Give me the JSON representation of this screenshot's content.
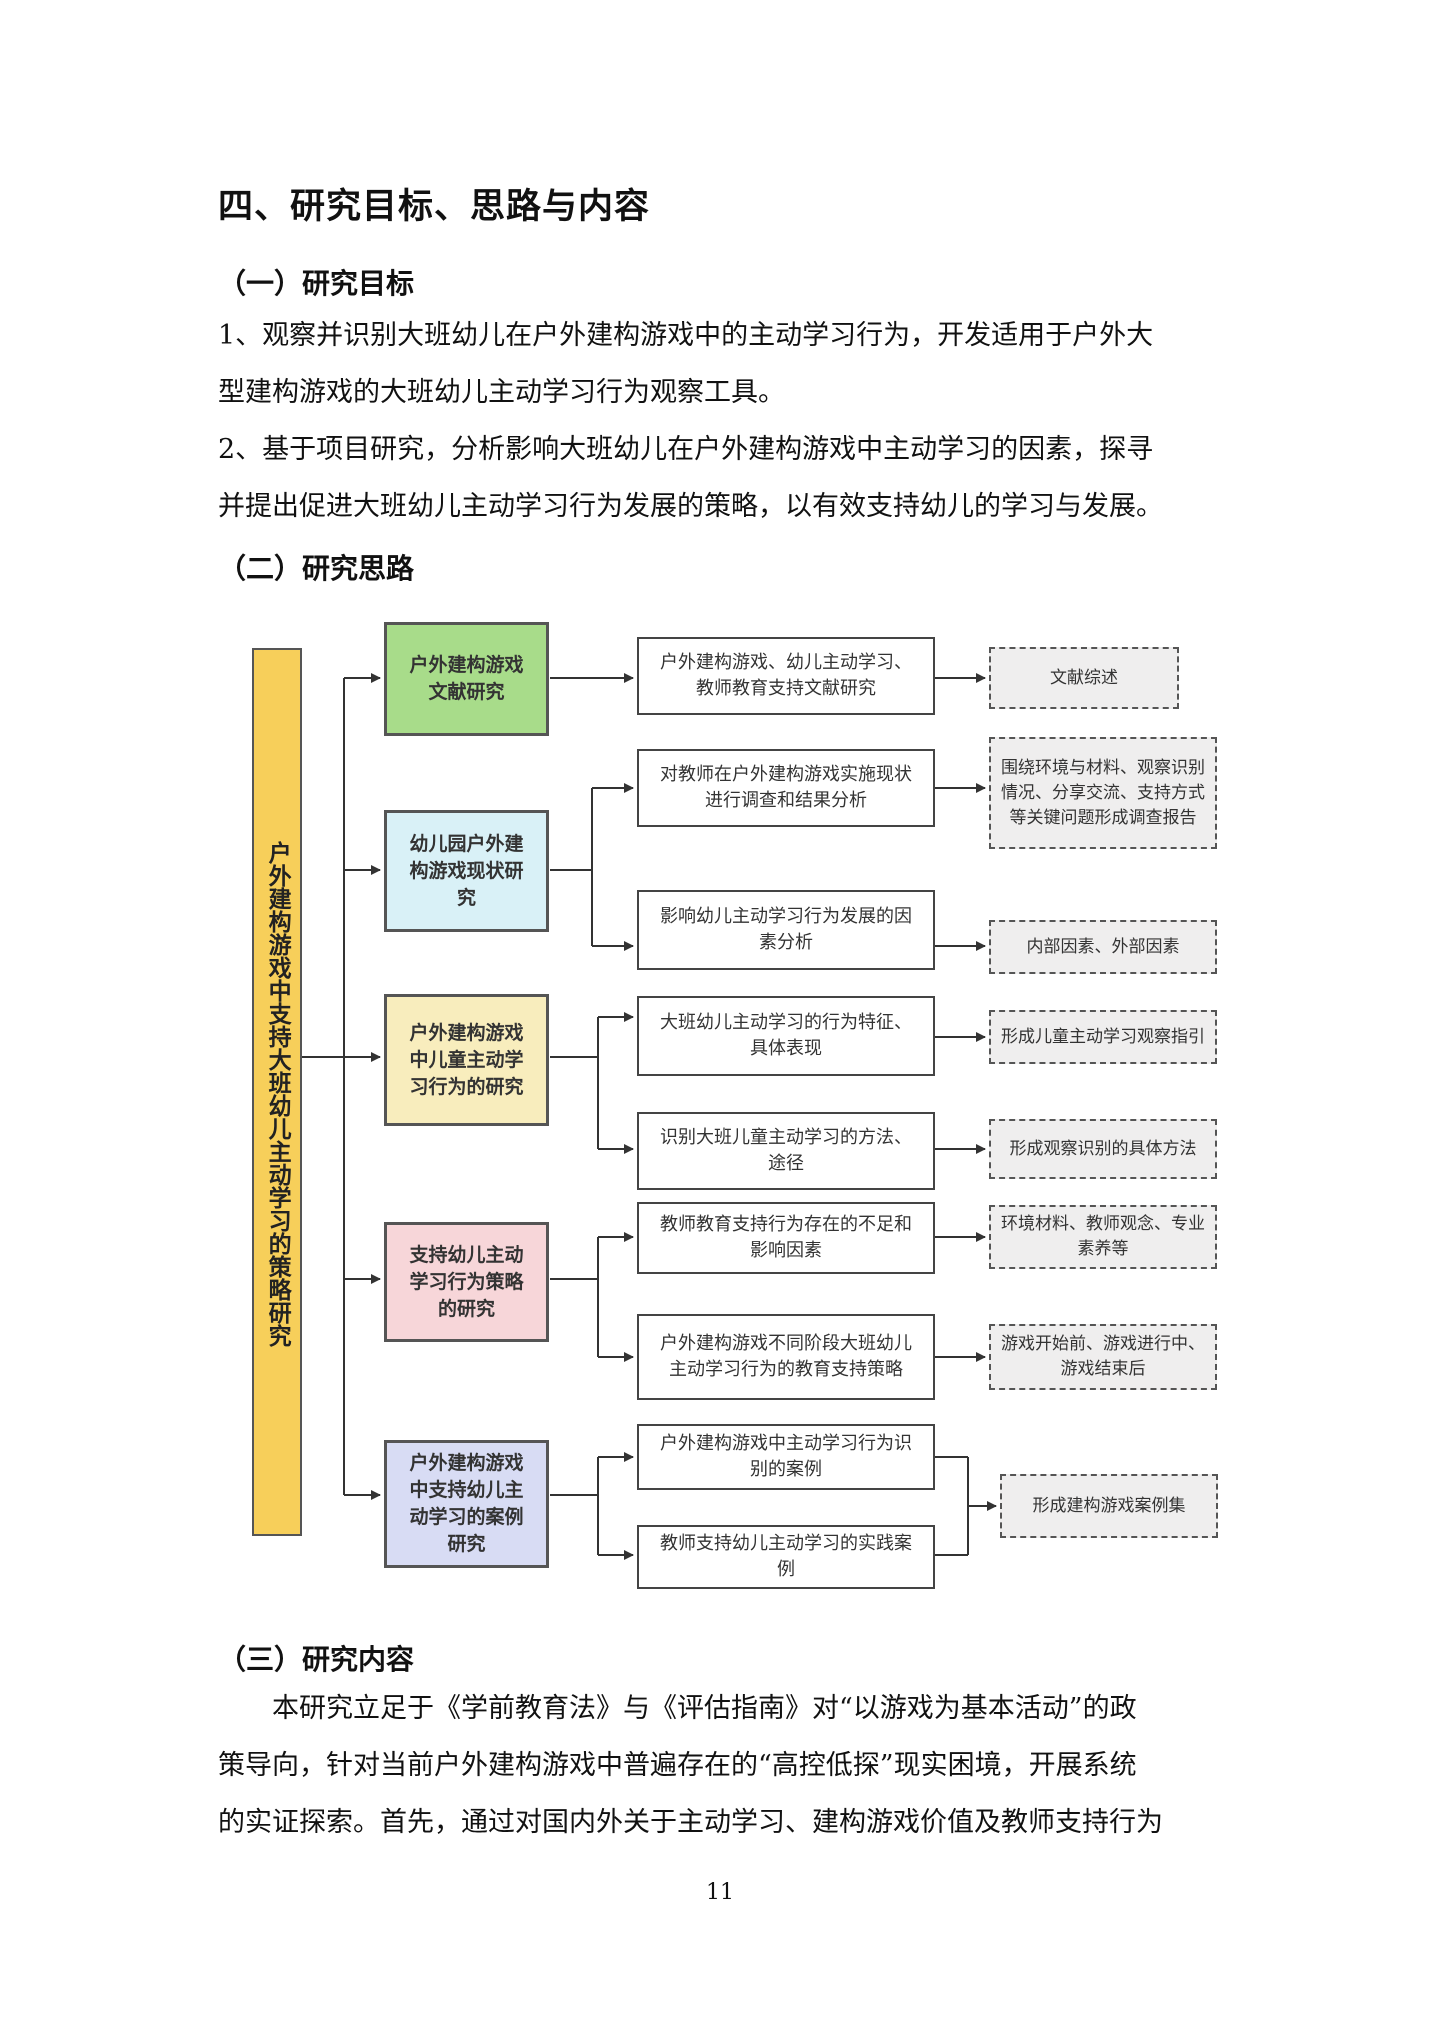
{
  "heading": "四、研究目标、思路与内容",
  "section1": {
    "title": "（一）研究目标",
    "p1": [
      "1、观察并识别大班幼儿在户外建构游戏中的主动学习行为，开发适用于户外大",
      "型建构游戏的大班幼儿主动学习行为观察工具。"
    ],
    "p2": [
      "2、基于项目研究，分析影响大班幼儿在户外建构游戏中主动学习的因素，探寻",
      "并提出促进大班幼儿主动学习行为发展的策略，以有效支持幼儿的学习与发展。"
    ]
  },
  "section2": {
    "title": "（二）研究思路"
  },
  "diagram": {
    "root": "户外建构游戏中支持大班幼儿主动学习的策略研究",
    "categories": [
      {
        "label": "户外建构游戏文献研究",
        "color": "#a8dc8a"
      },
      {
        "label": "幼儿园户外建构游戏现状研究",
        "color": "#d9f1f7"
      },
      {
        "label": "户外建构游戏中儿童主动学习行为的研究",
        "color": "#f8edbd"
      },
      {
        "label": "支持幼儿主动学习行为策略的研究",
        "color": "#f7d6d9"
      },
      {
        "label": "户外建构游戏中支持幼儿主动学习的案例研究",
        "color": "#d8dcf4"
      }
    ],
    "subs": [
      "户外建构游戏、幼儿主动学习、教师教育支持文献研究",
      "对教师在户外建构游戏实施现状进行调查和结果分析",
      "影响幼儿主动学习行为发展的因素分析",
      "大班幼儿主动学习的行为特征、具体表现",
      "识别大班儿童主动学习的方法、途径",
      "教师教育支持行为存在的不足和影响因素",
      "户外建构游戏不同阶段大班幼儿主动学习行为的教育支持策略",
      "户外建构游戏中主动学习行为识别的案例",
      "教师支持幼儿主动学习的实践案例"
    ],
    "outputs": [
      "文献综述",
      "围绕环境与材料、观察识别情况、分享交流、支持方式等关键问题形成调查报告",
      "内部因素、外部因素",
      "形成儿童主动学习观察指引",
      "形成观察识别的具体方法",
      "环境材料、教师观念、专业素养等",
      "游戏开始前、游戏进行中、游戏结束后",
      "形成建构游戏案例集"
    ]
  },
  "section3": {
    "title": "（三）研究内容",
    "lines": [
      "本研究立足于《学前教育法》与《评估指南》对“以游戏为基本活动”的政",
      "策导向，针对当前户外建构游戏中普遍存在的“高控低探”现实困境，开展系统",
      "的实证探索。首先，通过对国内外关于主动学习、建构游戏价值及教师支持行为"
    ]
  },
  "page_number": "11"
}
